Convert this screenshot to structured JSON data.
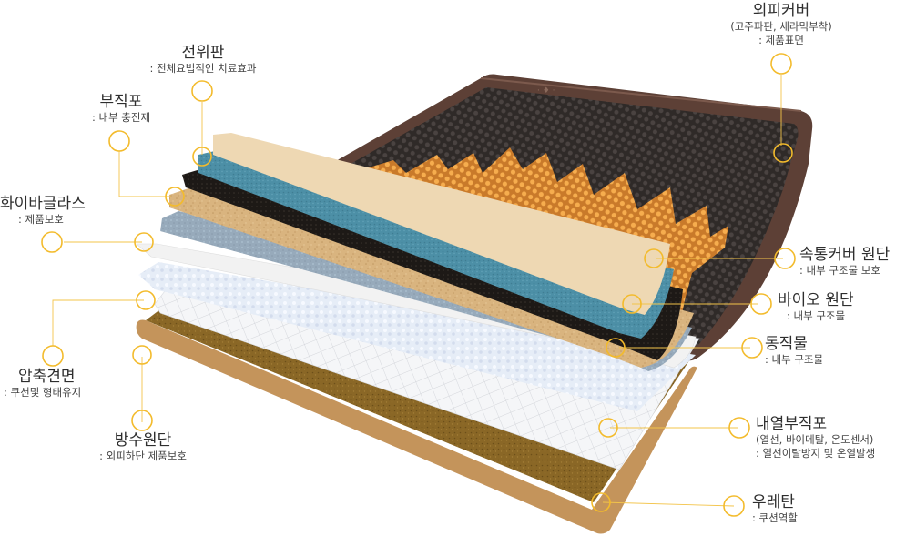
{
  "colors": {
    "marker": "#f3bb2c",
    "cover_frame": "#5d4036",
    "honeycomb_dark": "#3b3432",
    "honeycomb_orange": "#f3a548"
  },
  "layers": [
    {
      "id": "outer-cover",
      "title": "외피커버",
      "subtitle_lines": [
        "(고주파판, 세라믹부착)",
        ": 제품표면"
      ]
    },
    {
      "id": "jade-plate",
      "title": "전위판",
      "subtitle_lines": [
        ": 전체요법적인 치료효과"
      ]
    },
    {
      "id": "nonwoven",
      "title": "부직포",
      "subtitle_lines": [
        ": 내부 충진제"
      ]
    },
    {
      "id": "fiberglass",
      "title": "화이바글라스",
      "subtitle_lines": [
        ": 제품보호"
      ]
    },
    {
      "id": "compressed-cotton",
      "title": "압축견면",
      "subtitle_lines": [
        ": 쿠션및 형태유지"
      ]
    },
    {
      "id": "waterproof-fabric",
      "title": "방수원단",
      "subtitle_lines": [
        ": 외피하단 제품보호"
      ]
    },
    {
      "id": "inner-cover",
      "title": "속통커버 원단",
      "subtitle_lines": [
        ": 내부 구조물 보호"
      ]
    },
    {
      "id": "bio-fabric",
      "title": "바이오 원단",
      "subtitle_lines": [
        ": 내부 구조물"
      ]
    },
    {
      "id": "copper-fabric",
      "title": "동직물",
      "subtitle_lines": [
        ": 내부 구조물"
      ]
    },
    {
      "id": "heating-nonwoven",
      "title": "내열부직포",
      "subtitle_lines": [
        "(열선, 바이메탈, 온도센서)",
        ": 열선이탈방지 및 온열발생"
      ]
    },
    {
      "id": "urethane",
      "title": "우레탄",
      "subtitle_lines": [
        ": 쿠션역할"
      ]
    }
  ]
}
